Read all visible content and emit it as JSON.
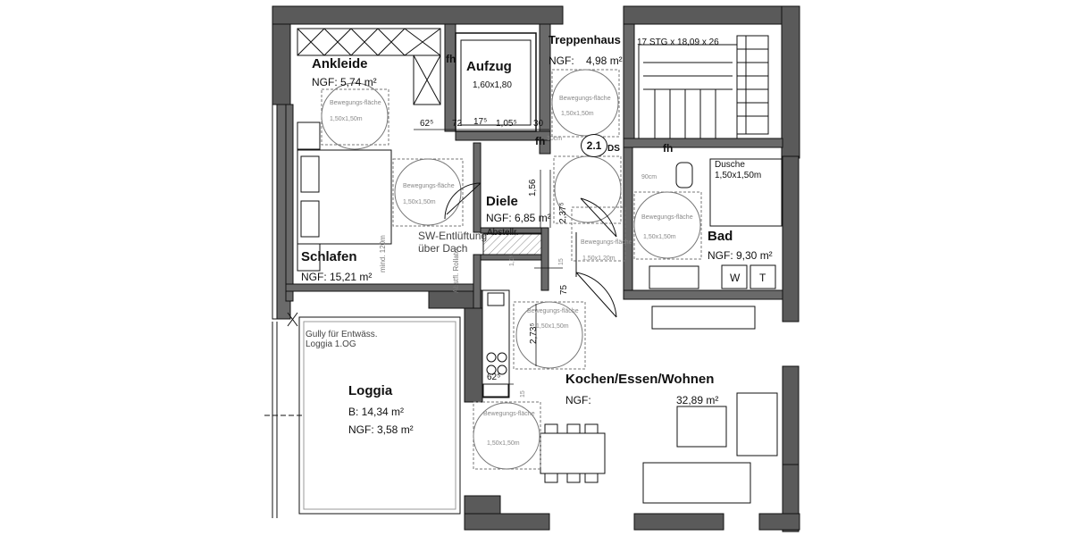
{
  "plan": {
    "rooms": {
      "ankleide": {
        "name": "Ankleide",
        "ngf": "NGF: 5,74 m²"
      },
      "aufzug": {
        "name": "Aufzug",
        "size": "1,60x1,80"
      },
      "treppenhaus": {
        "name": "Treppenhaus",
        "ngf_label": "NGF:",
        "ngf_value": "4,98 m²"
      },
      "diele": {
        "name": "Diele",
        "ngf": "NGF: 6,85 m²"
      },
      "schlafen": {
        "name": "Schlafen",
        "ngf": "NGF: 15,21 m²"
      },
      "bad": {
        "name": "Bad",
        "ngf": "NGF: 9,30 m²"
      },
      "loggia": {
        "name": "Loggia",
        "b": "B:   14,34 m²",
        "ngf": "NGF: 3,58 m²"
      },
      "kochen": {
        "name": "Kochen/Essen/Wohnen",
        "ngf_label": "NGF:",
        "ngf_value": "32,89 m²"
      }
    },
    "unit_number": "2.1",
    "ds": "DS",
    "stair_note": "17 STG x 18,09 x 26",
    "dusche": {
      "label": "Dusche",
      "size": "1,50x1,50m"
    },
    "bewegung": "Bewegungs-fläche",
    "bewegung_size": "1,50x1,50m",
    "bewegung_size_alt": "1,50x1,20m",
    "abstellr": "Abstellr.",
    "sw_note_1": "SW-Entlüftung",
    "sw_note_2": "über Dach",
    "gully_1": "Gully für Entwäss.",
    "gully_2": "Loggia 1.OG",
    "abstfl": "Abstfl. Rollator",
    "mind": "mind. 120m",
    "washer": "W",
    "dryer": "T",
    "fh": "fh",
    "cm30": "30cm",
    "cm90": "90cm",
    "dims": {
      "d62a": "62⁵",
      "d72": "72",
      "d17": "17⁵",
      "d105": "1,05⁵",
      "d30": "30",
      "d156": "1,56",
      "d237": "2,37⁵",
      "d75": "75",
      "d62b": "62⁵",
      "d2735": "2,73⁵",
      "d15a": "15",
      "d15b": "15",
      "d115": "1,1⁵"
    }
  }
}
